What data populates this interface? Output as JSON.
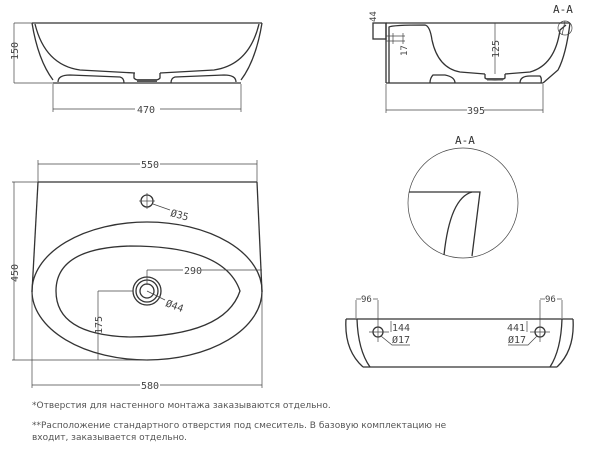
{
  "front_view": {
    "width": "470",
    "height": "150"
  },
  "side_view": {
    "depth": "395",
    "bowl_depth": "125",
    "dim_44": "44",
    "dim_17": "17",
    "section_label": "A-A"
  },
  "plan_view": {
    "top_width": "550",
    "overall_width": "580",
    "depth": "450",
    "drain_offset_x": "290",
    "drain_offset_y": "175",
    "faucet_hole": "Ø35",
    "drain_hole": "Ø44"
  },
  "section_detail": {
    "label": "A-A"
  },
  "back_view": {
    "left_offset": "96",
    "right_offset": "96",
    "left_height": "144",
    "right_height": "441",
    "left_hole": "Ø17",
    "right_hole": "Ø17"
  },
  "notes": [
    "*Отверстия для настенного монтажа заказываются отдельно.",
    "**Расположение стандартного отверстия под смеситель. В базовую комплектацию не входит, заказывается отдельно."
  ]
}
